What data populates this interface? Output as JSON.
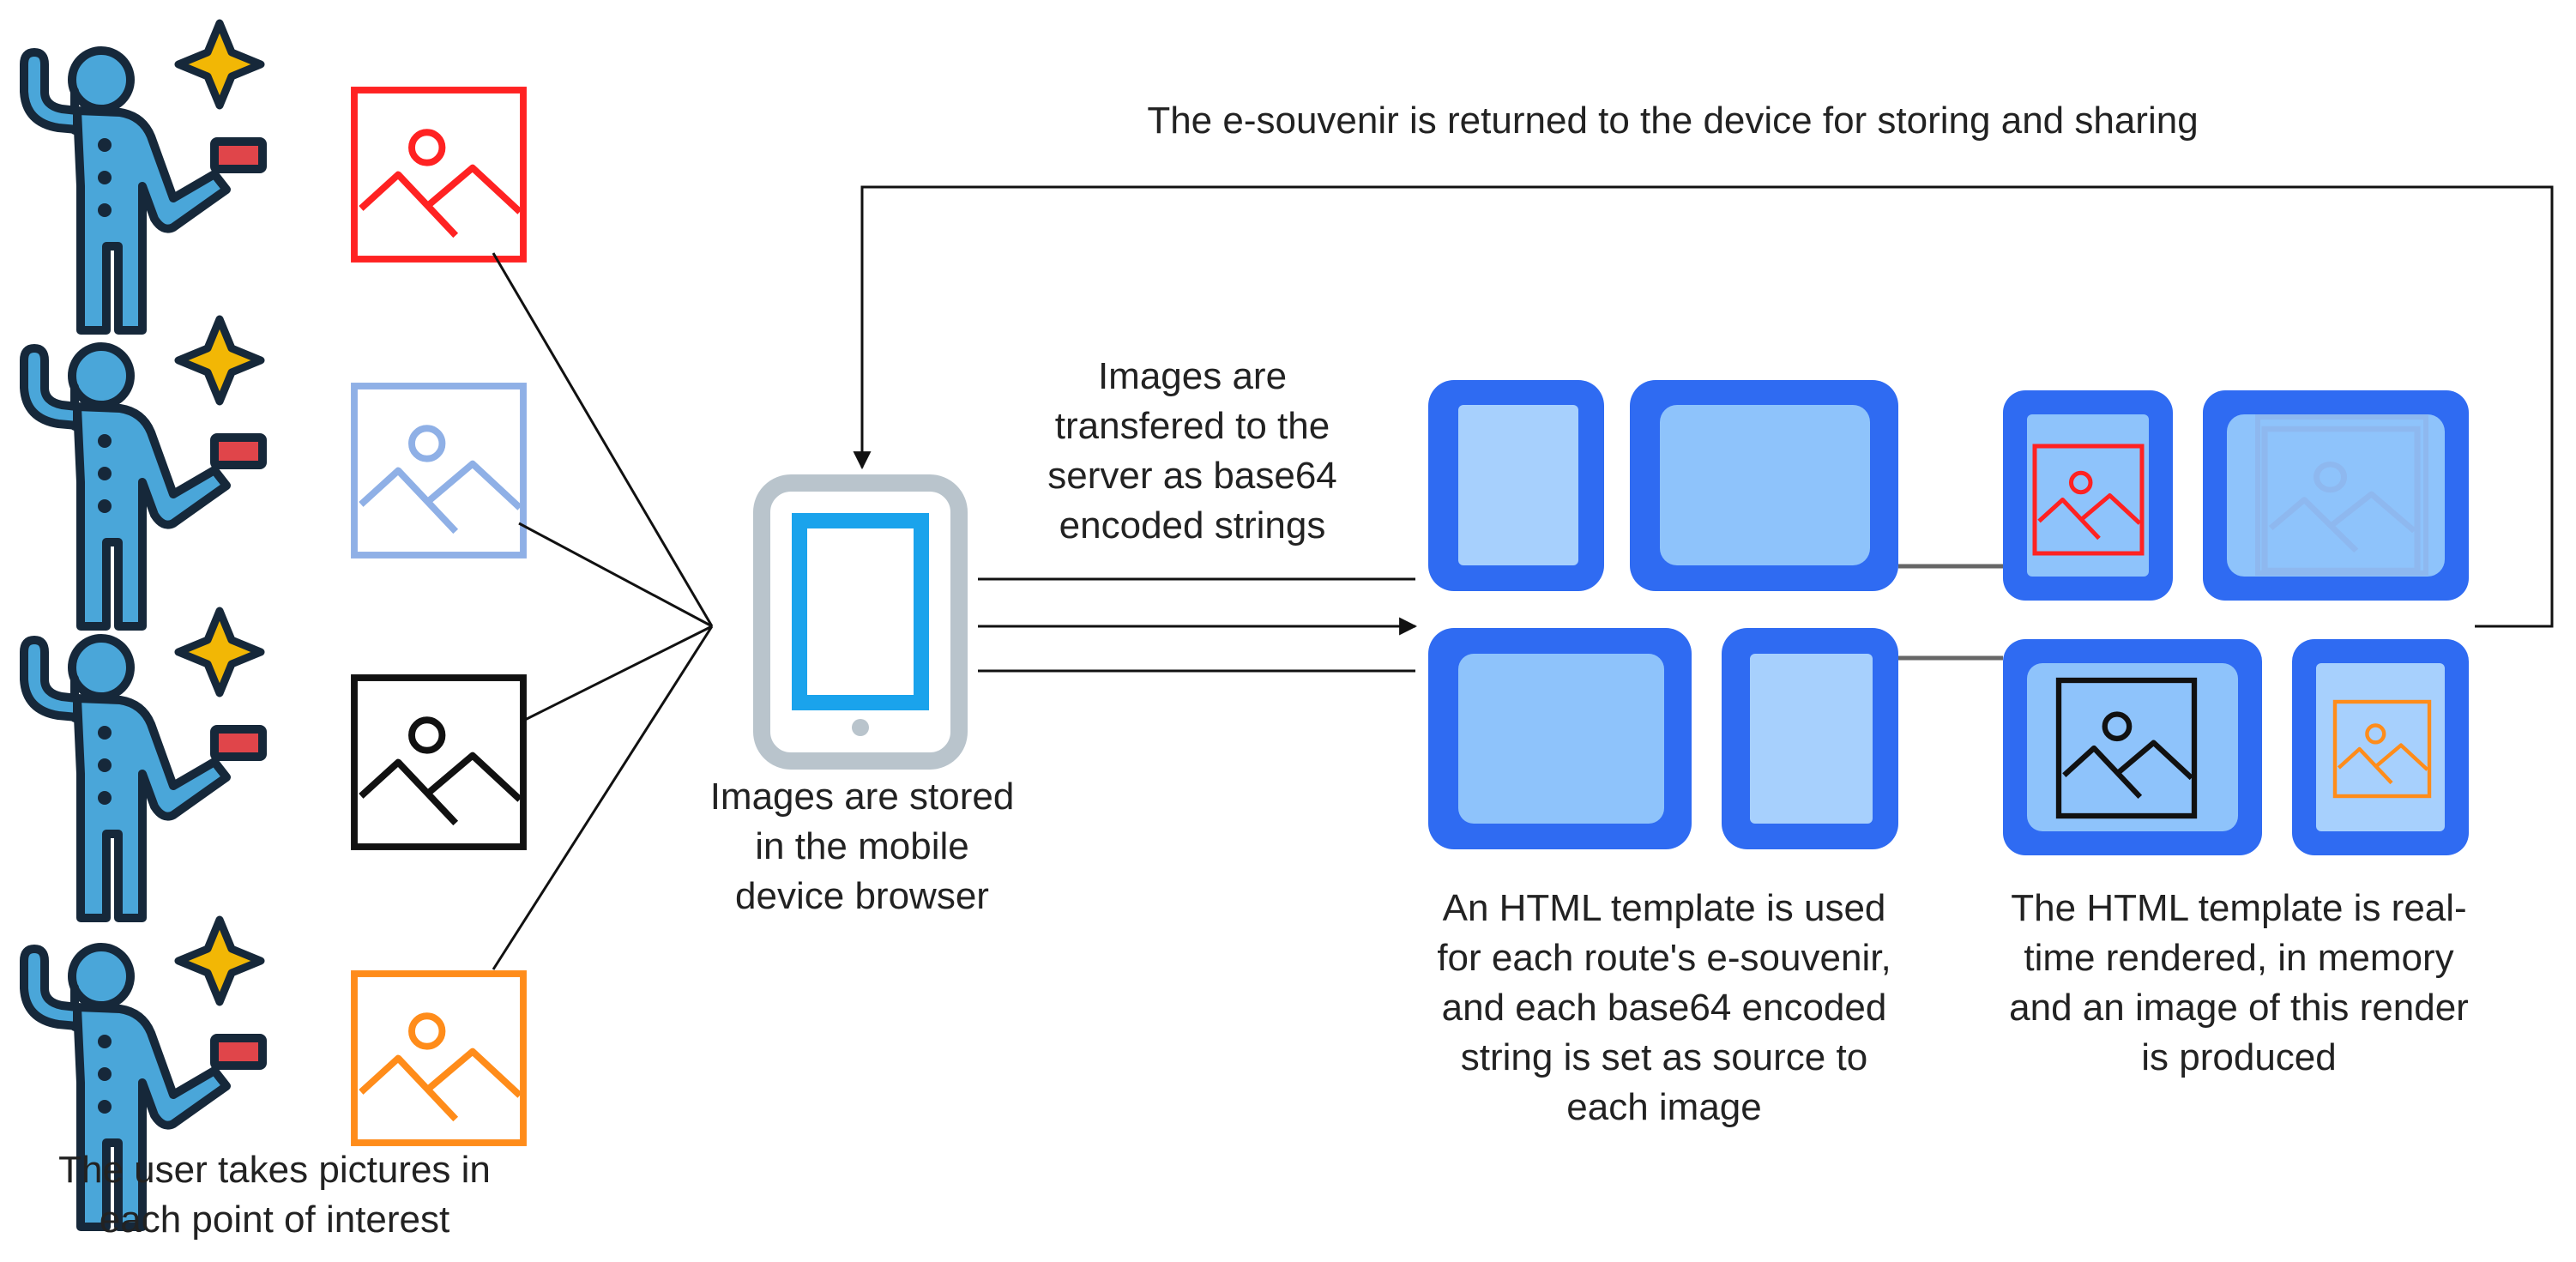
{
  "labels": {
    "top_return": "The e-souvenir is returned to the device for storing and sharing",
    "transfer": "Images are\ntransfered to the\nserver as base64\nencoded strings",
    "stored": "Images are stored\nin the mobile\ndevice browser",
    "template": "An HTML template is used\nfor each route's e-souvenir,\nand each base64  encoded\nstring is set as source to\neach image",
    "rendered": "The HTML template is real-\ntime rendered, in memory\nand an image of this render\nis produced",
    "user": "The user takes pictures in\neach point of interest"
  },
  "photo_colors": [
    "#ff2222",
    "#8fb0e6",
    "#111111",
    "#ff8c1a"
  ],
  "colors": {
    "person_fill": "#4aa6d9",
    "person_outline": "#16283a",
    "sparkle": "#f2b705",
    "phone_camera": "#e0454a",
    "device_frame": "#b9c4cc",
    "device_screen": "#1aa3ec",
    "panel_border": "#2f6bf2",
    "panel_fill": "#8ec3fb",
    "panel_light": "#a7d0fd",
    "line": "#111111",
    "connector": "#666666"
  }
}
